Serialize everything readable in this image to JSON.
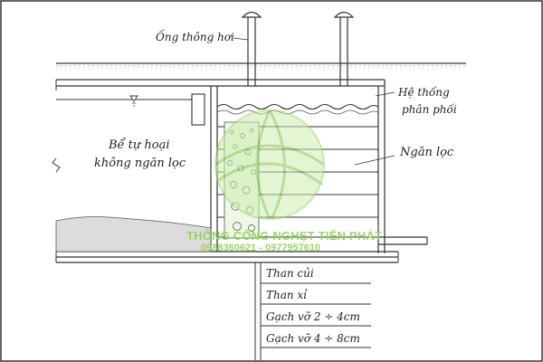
{
  "labels": {
    "vent_pipe": "Ống thông hơi",
    "distribution_system_line1": "Hệ thống",
    "distribution_system_line2": "phân phối",
    "septic_tank_line1": "Bể tự hoại",
    "septic_tank_line2": "không ngăn lọc",
    "filter_chamber": "Ngăn lọc"
  },
  "legend": [
    "Than củi",
    "Than xỉ",
    "Gạch vỡ 2 ÷ 4cm",
    "Gạch vỡ 4 ÷ 8cm"
  ],
  "watermark": {
    "company": "THÔNG CỐNG NGHẸT TIẾN PHÁT",
    "phones": "0988360621 - 0977957610"
  },
  "colors": {
    "ink": "#222222",
    "watermark_green": "#8fd35a",
    "sediment": "#c9c9c9"
  }
}
